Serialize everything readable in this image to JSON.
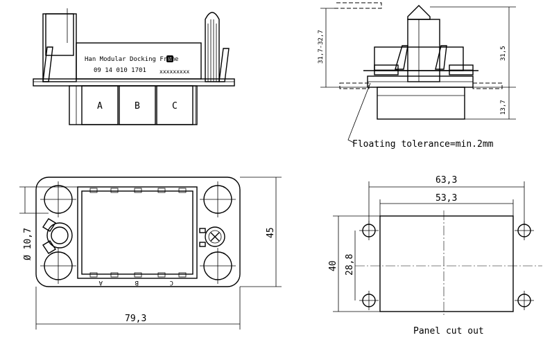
{
  "front_view": {
    "label_line1": "Han Modular Docking Frame",
    "label_line2": "09 14 010 1701",
    "label_line3": "xxxxxxxxx",
    "module_a": "A",
    "module_b": "B",
    "module_c": "C"
  },
  "side_view": {
    "dim_float_range": "31,7-32,7",
    "dim_height": "31,5",
    "dim_lower": "13,7",
    "note": "Floating tolerance=min.2mm"
  },
  "top_view": {
    "dim_diameter": "Ø 10,7",
    "dim_height": "45",
    "dim_width": "79,3",
    "letters": [
      "C",
      "B",
      "A"
    ]
  },
  "cutout": {
    "dim_outer": "63,3",
    "dim_inner": "53,3",
    "dim_height": "40",
    "dim_inner_height": "28,8",
    "caption": "Panel cut out"
  }
}
